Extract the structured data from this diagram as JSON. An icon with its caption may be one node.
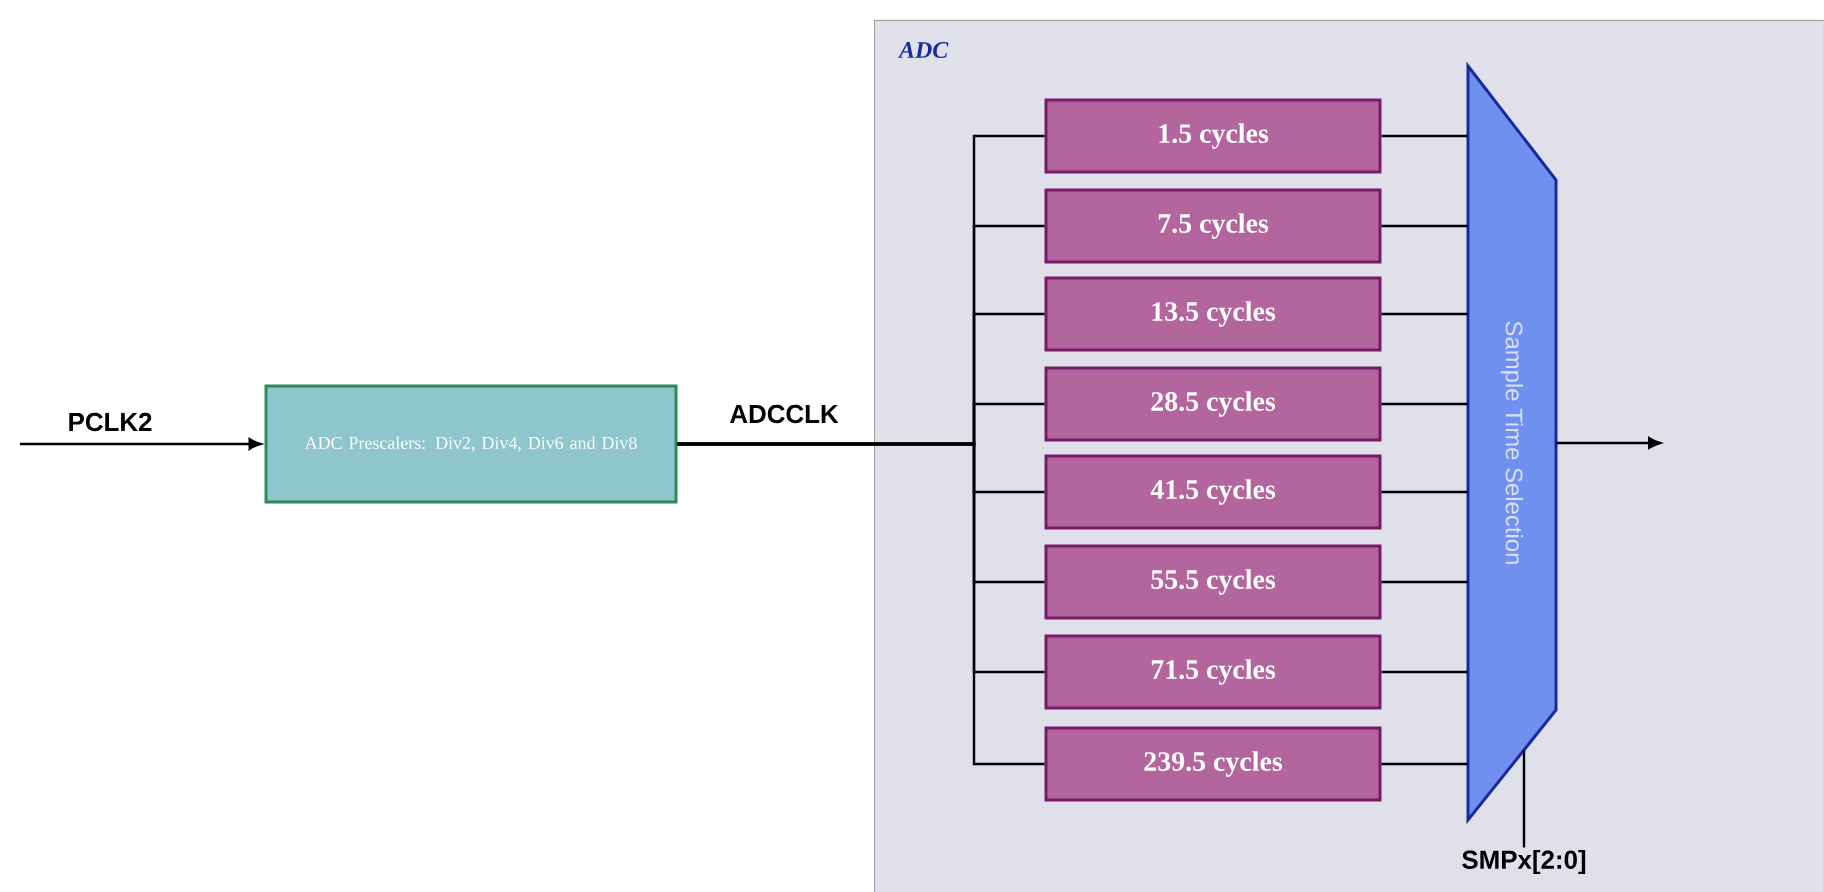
{
  "diagram": {
    "nodes": [
      {
        "text": [
          "ADC Prescalers: Div2, Div4, Div6 and Div8"
        ]
      },
      {
        "text": [
          "ADC"
        ]
      },
      {
        "text": [
          "1.5 cycles"
        ],
        "in": 1
      },
      {
        "text": [
          "7.5 cycles"
        ],
        "in": 1
      },
      {
        "text": [
          "13.5 cycles"
        ],
        "in": 1
      },
      {
        "text": [
          "28.5 cycles"
        ],
        "in": 1
      },
      {
        "text": [
          "41.5 cycles"
        ],
        "in": 1
      },
      {
        "text": [
          "55.5 cycles"
        ],
        "in": 1
      },
      {
        "text": [
          "71.5 cycles"
        ],
        "in": 1
      },
      {
        "text": [
          "239.5 cycles"
        ],
        "in": 1
      },
      {
        "text": [
          "Sample Time Selection"
        ],
        "in": 1
      },
      {
        "text": [
          "SMPx[2:0]"
        ],
        "in": 1
      }
    ],
    "edges": [
      {
        "from": null,
        "to": 0,
        "arrow": "to"
      },
      {
        "from": 0,
        "to": 2,
        "arrow": "none"
      },
      {
        "from": 0,
        "to": 3,
        "arrow": "none"
      },
      {
        "from": 0,
        "to": 4,
        "arrow": "none"
      },
      {
        "from": 0,
        "to": 5,
        "arrow": "none"
      },
      {
        "from": 0,
        "to": 6,
        "arrow": "none"
      },
      {
        "from": 0,
        "to": 7,
        "arrow": "none"
      },
      {
        "from": 0,
        "to": 8,
        "arrow": "none"
      },
      {
        "from": 0,
        "to": 9,
        "arrow": "none"
      },
      {
        "from": 2,
        "to": 10,
        "arrow": "none"
      },
      {
        "from": 3,
        "to": 10,
        "arrow": "none"
      },
      {
        "from": 4,
        "to": 10,
        "arrow": "none"
      },
      {
        "from": 5,
        "to": 10,
        "arrow": "none"
      },
      {
        "from": 6,
        "to": 10,
        "arrow": "none"
      },
      {
        "from": 7,
        "to": 10,
        "arrow": "none"
      },
      {
        "from": 8,
        "to": 10,
        "arrow": "none"
      },
      {
        "from": 9,
        "to": 10,
        "arrow": "none"
      },
      {
        "from": 10,
        "to": null,
        "arrow": "to"
      },
      {
        "from": 11,
        "to": 10,
        "arrow": "none"
      }
    ],
    "labels": [
      "PCLK2",
      "ADCCLK"
    ]
  }
}
